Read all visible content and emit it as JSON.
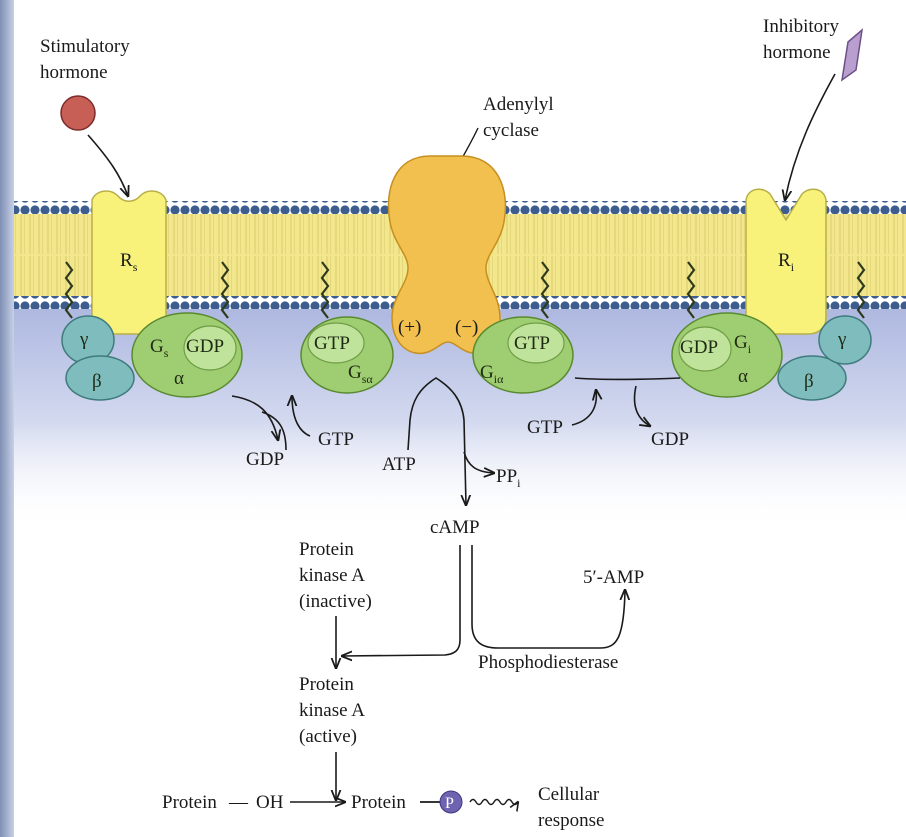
{
  "hormones": {
    "stimulatory": [
      "Stimulatory",
      "hormone"
    ],
    "inhibitory": [
      "Inhibitory",
      "hormone"
    ]
  },
  "adenylyl_cyclase": [
    "Adenylyl",
    "cyclase"
  ],
  "receptors": {
    "rs": {
      "main": "R",
      "sub": "s"
    },
    "ri": {
      "main": "R",
      "sub": "i"
    }
  },
  "g_protein": {
    "gamma": "γ",
    "beta": "β",
    "alpha": "α",
    "gs": {
      "main": "G",
      "sub": "s"
    },
    "gi": {
      "main": "G",
      "sub": "i"
    },
    "gdp": "GDP",
    "gtp": "GTP",
    "gs_alpha": {
      "main": "G",
      "sub": "sα"
    },
    "gi_alpha": {
      "main": "G",
      "sub": "iα"
    }
  },
  "cyclase_signs": {
    "plus": "(+)",
    "minus": "(−)"
  },
  "exchange_labels": {
    "gdp": "GDP",
    "gtp": "GTP"
  },
  "reaction": {
    "atp": "ATP",
    "ppi": {
      "main": "PP",
      "sub": "i"
    },
    "camp": "cAMP",
    "five_amp": "5′-AMP",
    "phosphodiesterase": "Phosphodiesterase",
    "pka_inactive": [
      "Protein",
      "kinase A",
      "(inactive)"
    ],
    "pka_active": [
      "Protein",
      "kinase A",
      "(active)"
    ]
  },
  "bottom_reaction": {
    "protein": "Protein",
    "dash": "—",
    "oh": "OH",
    "protein2": "Protein",
    "phosphate": "P",
    "cellular_response": [
      "Cellular",
      "response"
    ]
  },
  "colors": {
    "lipid_head": "#3d5d8e",
    "lipid_tail": "#f2e78c",
    "receptor": "#f8f27a",
    "cyclase": "#f1c04e",
    "g_alpha": "#9fcd72",
    "g_beta_gamma": "#7fbcbd",
    "cytoplasm": "#b9c3e6",
    "stimulatory_hormone": "#c85f57",
    "inhibitory_hormone": "#b99ed0",
    "phosphate": "#6e63b0"
  }
}
